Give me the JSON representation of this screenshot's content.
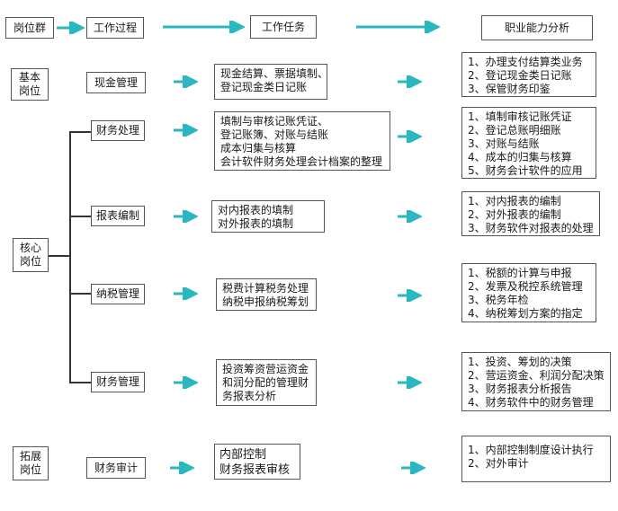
{
  "header": {
    "group": "岗位群",
    "process": "工作过程",
    "task": "工作任务",
    "ability": "职业能力分析"
  },
  "colors": {
    "arrow": "#2ab7bf",
    "border": "#555555",
    "line": "#333333"
  },
  "groups": {
    "basic": [
      "基本",
      "岗位"
    ],
    "core": [
      "核心",
      "岗位"
    ],
    "extended": [
      "拓展",
      "岗位"
    ]
  },
  "rows": [
    {
      "process": "现金管理",
      "tasks": [
        "现金结算、票据填制、",
        "登记现金类日记账"
      ],
      "abilities": [
        "1、办理支付结算类业务",
        "2、登记现金类日记账",
        "3、保管财务印鉴"
      ]
    },
    {
      "process": "财务处理",
      "tasks": [
        "填制与审核记账凭证、",
        "登记账簿、对账与结账",
        "成本归集与核算",
        "会计软件财务处理会计档案的整理"
      ],
      "abilities": [
        "1、填制审核记账凭证",
        "2、登记总账明细账",
        "3、对账与结账",
        "4、成本的归集与核算",
        "5、财务会计软件的应用"
      ]
    },
    {
      "process": "报表编制",
      "tasks": [
        "对内报表的填制",
        "对外报表的填制"
      ],
      "abilities": [
        "1、对内报表的编制",
        "2、对外报表的编制",
        "3、财务软件对报表的处理"
      ]
    },
    {
      "process": "纳税管理",
      "tasks": [
        "税费计算税务处理",
        "纳税申报纳税筹划"
      ],
      "abilities": [
        "1、税额的计算与申报",
        "2、发票及税控系统管理",
        "3、税务年检",
        "4、纳税筹划方案的指定"
      ]
    },
    {
      "process": "财务管理",
      "tasks": [
        "投资筹资营运资金",
        "和润分配的管理财",
        "务报表分析"
      ],
      "abilities": [
        "1、投资、筹划的决策",
        "2、营运资金、利润分配决策",
        "3、财务报表分析报告",
        "4、财务软件中的财务管理"
      ]
    },
    {
      "process": "财务审计",
      "tasks": [
        "内部控制",
        "财务报表审核"
      ],
      "abilities": [
        "1、内部控制制度设计执行",
        "2、对外审计"
      ]
    }
  ]
}
